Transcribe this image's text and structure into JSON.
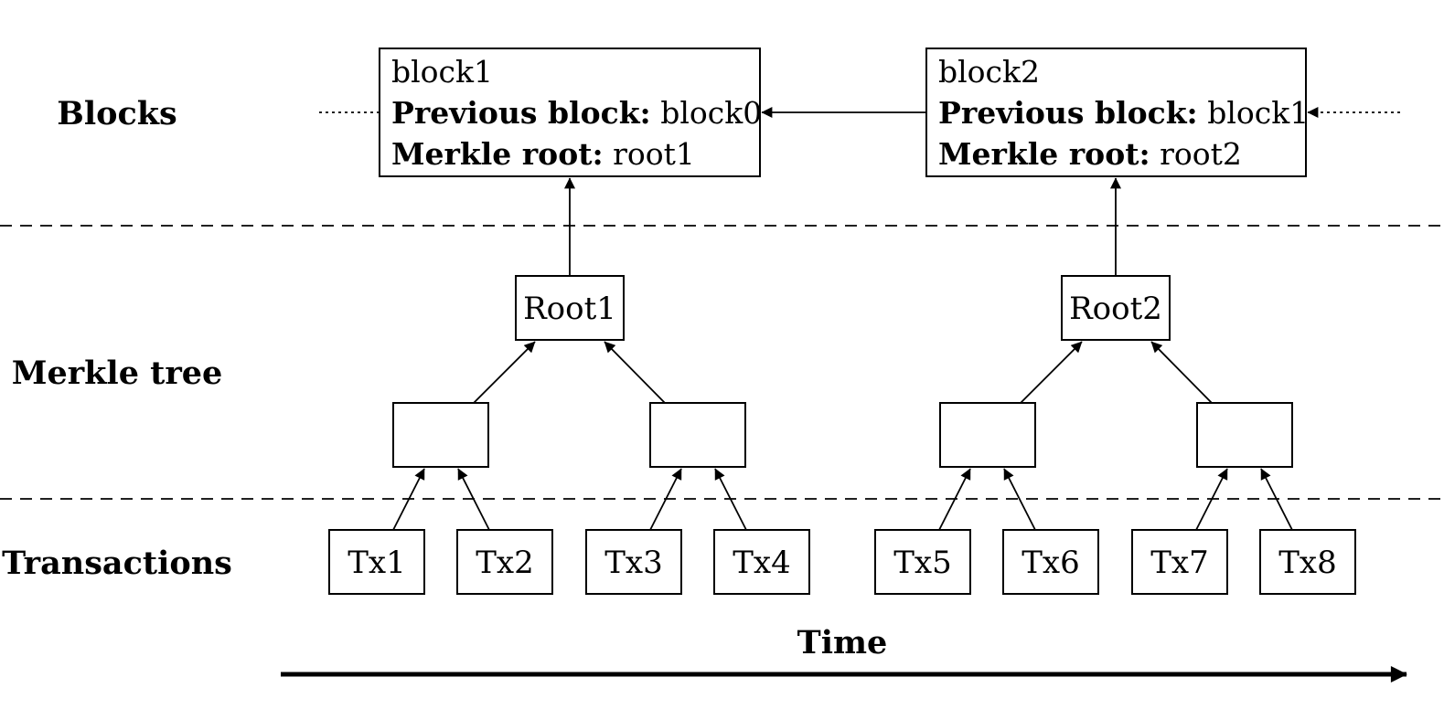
{
  "row_labels": {
    "blocks": "Blocks",
    "merkle_tree": "Merkle tree",
    "transactions": "Transactions"
  },
  "blocks": [
    {
      "name": "block1",
      "prev_label": "Previous block:",
      "prev_value": "block0",
      "root_label": "Merkle root:",
      "root_value": "root1"
    },
    {
      "name": "block2",
      "prev_label": "Previous block:",
      "prev_value": "block1",
      "root_label": "Merkle root:",
      "root_value": "root2"
    }
  ],
  "roots": [
    "Root1",
    "Root2"
  ],
  "transactions": [
    "Tx1",
    "Tx2",
    "Tx3",
    "Tx4",
    "Tx5",
    "Tx6",
    "Tx7",
    "Tx8"
  ],
  "time_label": "Time"
}
